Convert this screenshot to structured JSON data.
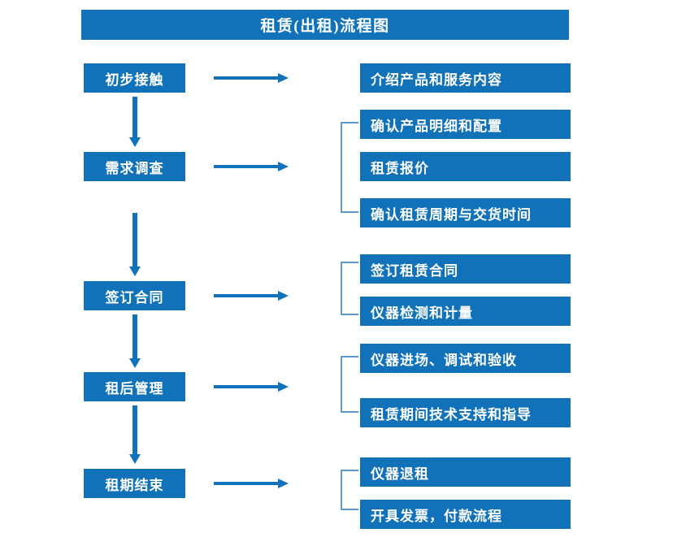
{
  "diagram": {
    "title": "租赁(出租)流程图",
    "colors": {
      "box_fill": "#1172BA",
      "box_text": "#FFFFFF",
      "arrow": "#1172BA",
      "bracket": "#5B9BD0",
      "background": "#FFFFFF"
    },
    "stages": [
      {
        "label": "初步接触"
      },
      {
        "label": "需求调查"
      },
      {
        "label": "签订合同"
      },
      {
        "label": "租后管理"
      },
      {
        "label": "租期结束"
      }
    ],
    "detail_groups": [
      {
        "stage": "初步接触",
        "bracketed": false,
        "items": [
          {
            "label": "介绍产品和服务内容"
          }
        ]
      },
      {
        "stage": "需求调查",
        "bracketed": true,
        "items": [
          {
            "label": "确认产品明细和配置"
          },
          {
            "label": "租赁报价"
          },
          {
            "label": "确认租赁周期与交货时间"
          }
        ]
      },
      {
        "stage": "签订合同",
        "bracketed": true,
        "items": [
          {
            "label": "签订租赁合同"
          },
          {
            "label": "仪器检测和计量"
          }
        ]
      },
      {
        "stage": "租后管理",
        "bracketed": true,
        "items": [
          {
            "label": "仪器进场、调试和验收"
          },
          {
            "label": "租赁期间技术支持和指导"
          }
        ]
      },
      {
        "stage": "租期结束",
        "bracketed": true,
        "items": [
          {
            "label": "仪器退租"
          },
          {
            "label": "开具发票，付款流程"
          }
        ]
      }
    ]
  }
}
